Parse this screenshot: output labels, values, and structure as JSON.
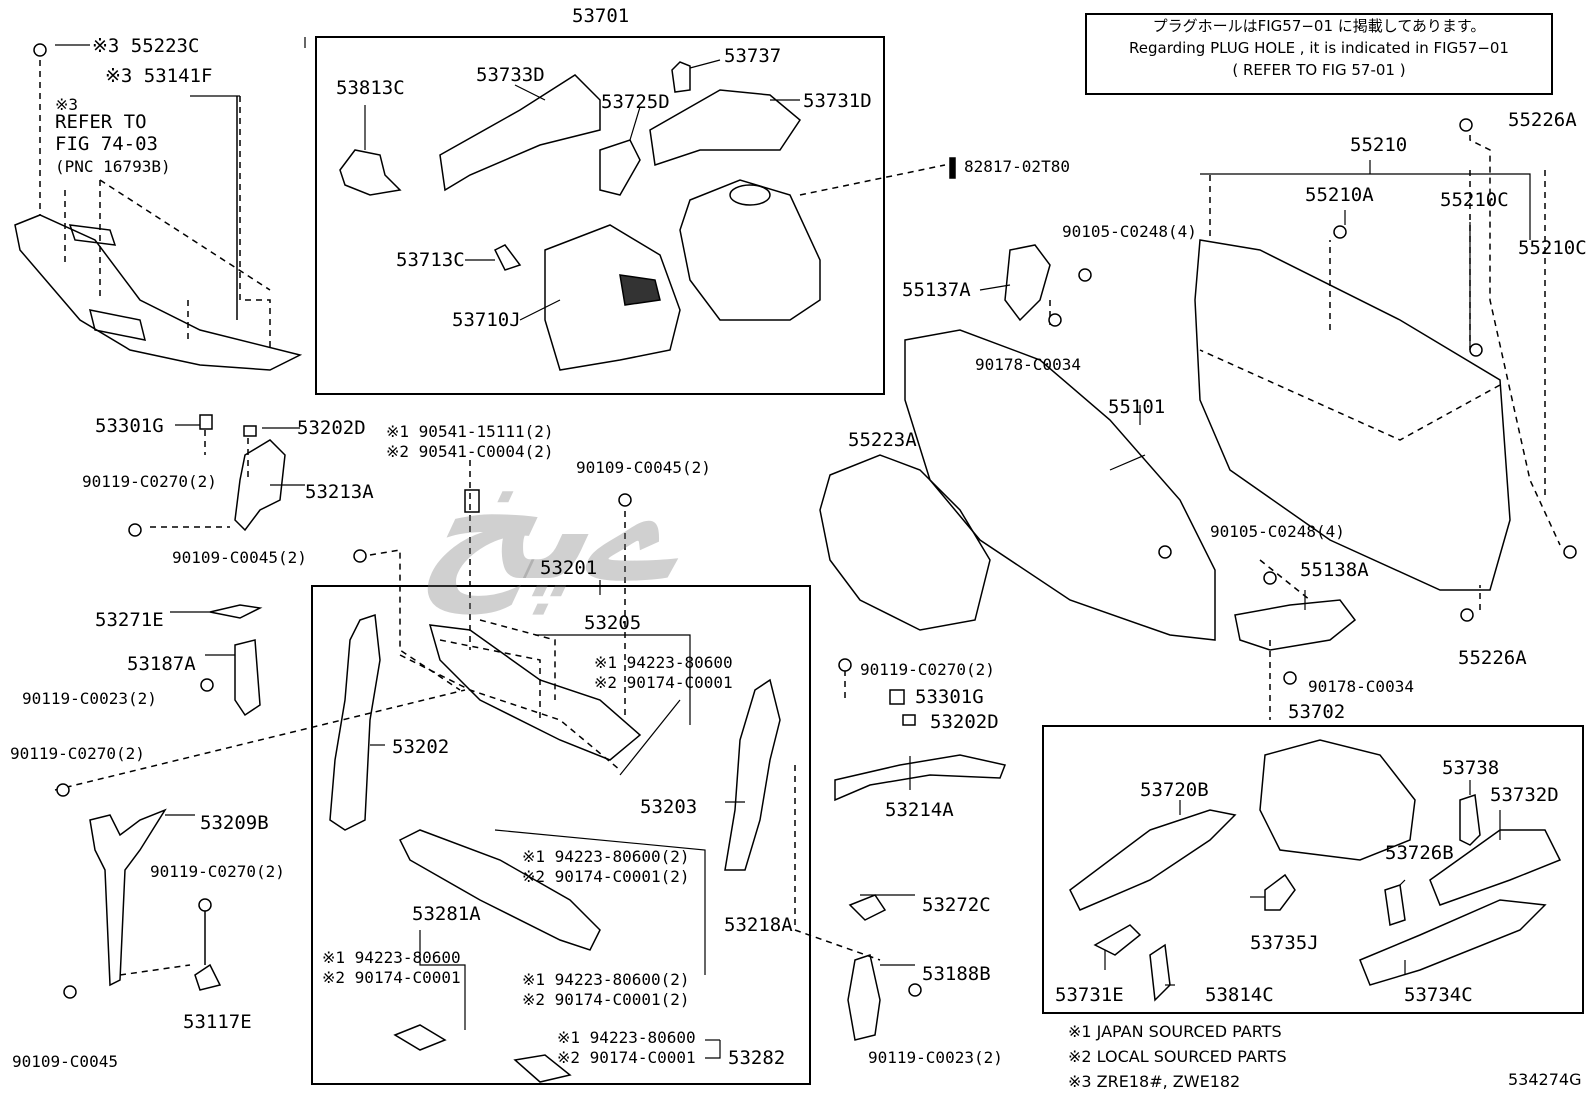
{
  "note": {
    "line1": "プラグホールはFIG57−01 に掲載してあります。",
    "line2": "Regarding PLUG HOLE , it is indicated in FIG57−01",
    "line3": "(   REFER TO FIG 57-01   )"
  },
  "labels": {
    "l55223C": "※3 55223C",
    "l53141F": "※3 53141F",
    "lRefer": "※3",
    "lRefer2": "REFER TO",
    "lRefer3": "FIG 74-03",
    "lRefer4": "(PNC 16793B)",
    "l53701": "53701",
    "l53813C": "53813C",
    "l53733D": "53733D",
    "l53737": "53737",
    "l53725D": "53725D",
    "l53731D": "53731D",
    "l53713C": "53713C",
    "l53710J": "53710J",
    "l82817": "82817-02T80",
    "l53301G": "53301G",
    "l53202D": "53202D",
    "l90119a": "90119-C0270(2)",
    "l53213A": "53213A",
    "l90109a": "90109-C0045(2)",
    "l90541a": "※1 90541-15111(2)",
    "l90541b": "※2 90541-C0004(2)",
    "l90109b": "90109-C0045(2)",
    "l53201": "53201",
    "l53205": "53205",
    "l94223a": "※1  94223-80600",
    "l90174a": "※2  90174-C0001",
    "l53271E": "53271E",
    "l53187A": "53187A",
    "l90119b": "90119-C0023(2)",
    "l90119c": "90119-C0270(2)",
    "l53202": "53202",
    "l53209B": "53209B",
    "l90119d": "90119-C0270(2)",
    "l53203": "53203",
    "l94223b": "※1  94223-80600(2)",
    "l90174b": "※2  90174-C0001(2)",
    "l53218A": "53218A",
    "l53281A": "53281A",
    "l94223c": "※1 94223-80600",
    "l90174c": "※2 90174-C0001",
    "l94223d": "※1  94223-80600(2)",
    "l90174d": "※2  90174-C0001(2)",
    "l53117E": "53117E",
    "l90109c": "90109-C0045",
    "l94223e": "※1  94223-80600",
    "l90174e": "※2  90174-C0001",
    "l53282": "53282",
    "l55137A": "55137A",
    "l90105a": "90105-C0248(4)",
    "l90178a": "90178-C0034",
    "l55223A": "55223A",
    "l55101": "55101",
    "l55210": "55210",
    "l55210A": "55210A",
    "l55210C": "55210C",
    "l55210C2": "55210C",
    "l55226A": "55226A",
    "l90105b": "90105-C0248(4)",
    "l55138A": "55138A",
    "l55226A2": "55226A",
    "l90178b": "90178-C0034",
    "l53702": "53702",
    "l90119e": "90119-C0270(2)",
    "l53301G2": "53301G",
    "l53202D2": "53202D",
    "l53214A": "53214A",
    "l53272C": "53272C",
    "l53188B": "53188B",
    "l90119f": "90119-C0023(2)",
    "l53720B": "53720B",
    "l53738": "53738",
    "l53732D": "53732D",
    "l53726B": "53726B",
    "l53735J": "53735J",
    "l53731E": "53731E",
    "l53814C": "53814C",
    "l53734C": "53734C"
  },
  "legend": {
    "j": "※1 JAPAN SOURCED PARTS",
    "l": "※2 LOCAL SOURCED PARTS",
    "z": "※3 ZRE18#, ZWE182"
  },
  "figure_id": "534274G",
  "colors": {
    "ink": "#000000",
    "paper": "#ffffff",
    "watermark": "#8a8a8a"
  }
}
